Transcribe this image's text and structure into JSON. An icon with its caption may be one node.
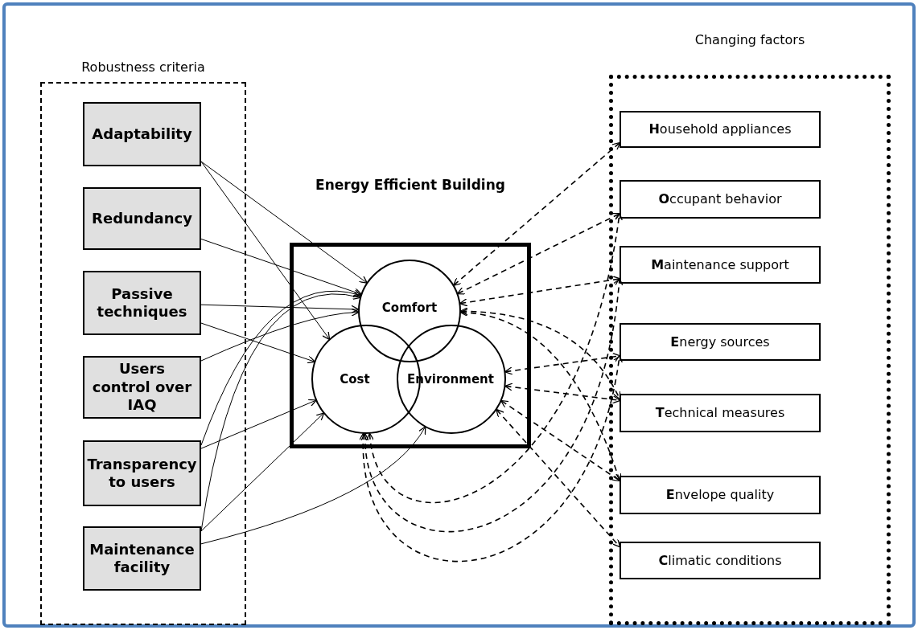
{
  "diagram": {
    "nodes": [
      {
        "text": [
          "Robustness criteria"
        ]
      },
      {
        "text": [
          "Adaptability"
        ],
        "in": 0
      },
      {
        "text": [
          "Redundancy"
        ],
        "in": 0
      },
      {
        "text": [
          "Passive techniques"
        ],
        "in": 0
      },
      {
        "text": [
          "Users control over IAQ"
        ],
        "in": 0
      },
      {
        "text": [
          "Transparency to users"
        ],
        "in": 0
      },
      {
        "text": [
          "Maintenance facility"
        ],
        "in": 0
      },
      {
        "text": [
          "Energy Efficient Building"
        ]
      },
      {
        "text": [
          "Comfort"
        ],
        "in": 7
      },
      {
        "text": [
          "Cost"
        ],
        "in": 7
      },
      {
        "text": [
          "Environment"
        ],
        "in": 7
      },
      {
        "text": [
          "Changing factors"
        ]
      },
      {
        "text": [
          "**H**ousehold appliances"
        ],
        "in": 11
      },
      {
        "text": [
          "**O**ccupant behavior"
        ],
        "in": 11
      },
      {
        "text": [
          "**M**aintenance support"
        ],
        "in": 11
      },
      {
        "text": [
          "**E**nergy sources"
        ],
        "in": 11
      },
      {
        "text": [
          "**T**echnical measures"
        ],
        "in": 11
      },
      {
        "text": [
          "**E**nvelope quality"
        ],
        "in": 11
      },
      {
        "text": [
          "**C**limatic conditions"
        ],
        "in": 11
      }
    ],
    "edges": [
      {
        "from": 1,
        "to": 8,
        "arrow": "to"
      },
      {
        "from": 1,
        "to": 9,
        "arrow": "to"
      },
      {
        "from": 2,
        "to": 8,
        "arrow": "to"
      },
      {
        "from": 3,
        "to": 9,
        "arrow": "to"
      },
      {
        "from": 3,
        "to": 8,
        "arrow": "to"
      },
      {
        "from": 4,
        "to": 8,
        "arrow": "to"
      },
      {
        "from": 5,
        "to": 9,
        "arrow": "to"
      },
      {
        "from": 5,
        "to": 8,
        "arrow": "to"
      },
      {
        "from": 6,
        "to": 9,
        "arrow": "to"
      },
      {
        "from": 6,
        "to": 10,
        "arrow": "to"
      },
      {
        "from": 6,
        "to": 8,
        "arrow": "to"
      },
      {
        "from": 8,
        "to": 12,
        "arrow": "both",
        "style": "dashed"
      },
      {
        "from": 8,
        "to": 13,
        "arrow": "both",
        "style": "dashed"
      },
      {
        "from": 8,
        "to": 14,
        "arrow": "both",
        "style": "dashed"
      },
      {
        "from": 8,
        "to": 16,
        "arrow": "both",
        "style": "dashed"
      },
      {
        "from": 8,
        "to": 17,
        "arrow": "both",
        "style": "dashed"
      },
      {
        "from": 10,
        "to": 15,
        "arrow": "both",
        "style": "dashed"
      },
      {
        "from": 10,
        "to": 16,
        "arrow": "both",
        "style": "dashed"
      },
      {
        "from": 10,
        "to": 17,
        "arrow": "both",
        "style": "dashed"
      },
      {
        "from": 9,
        "to": 13,
        "arrow": "both",
        "style": "dashed"
      },
      {
        "from": 9,
        "to": 14,
        "arrow": "both",
        "style": "dashed"
      },
      {
        "from": 10,
        "to": 18,
        "arrow": "both",
        "style": "dashed"
      },
      {
        "from": 9,
        "to": 15,
        "arrow": "both",
        "style": "dashed"
      }
    ]
  }
}
